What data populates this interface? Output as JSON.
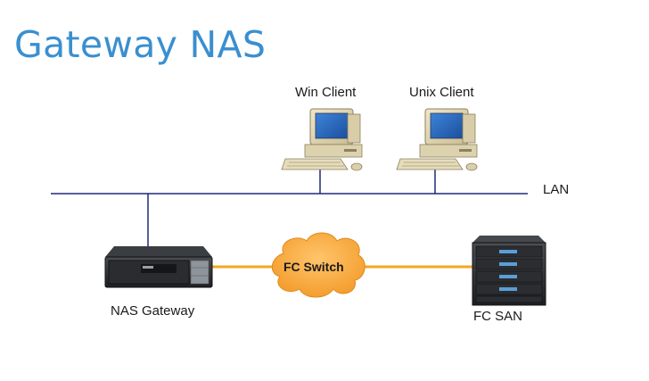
{
  "title": "Gateway NAS",
  "nodes": {
    "win_client": "Win Client",
    "unix_client": "Unix Client",
    "lan": "LAN",
    "nas_gateway": "NAS Gateway",
    "fc_switch": "FC Switch",
    "fc_san": "FC SAN"
  },
  "colors": {
    "title": "#3a8fd0",
    "lan_line": "#1e2a78",
    "fc_link": "#f5a623",
    "cloud_fill": "#f6a53a"
  }
}
